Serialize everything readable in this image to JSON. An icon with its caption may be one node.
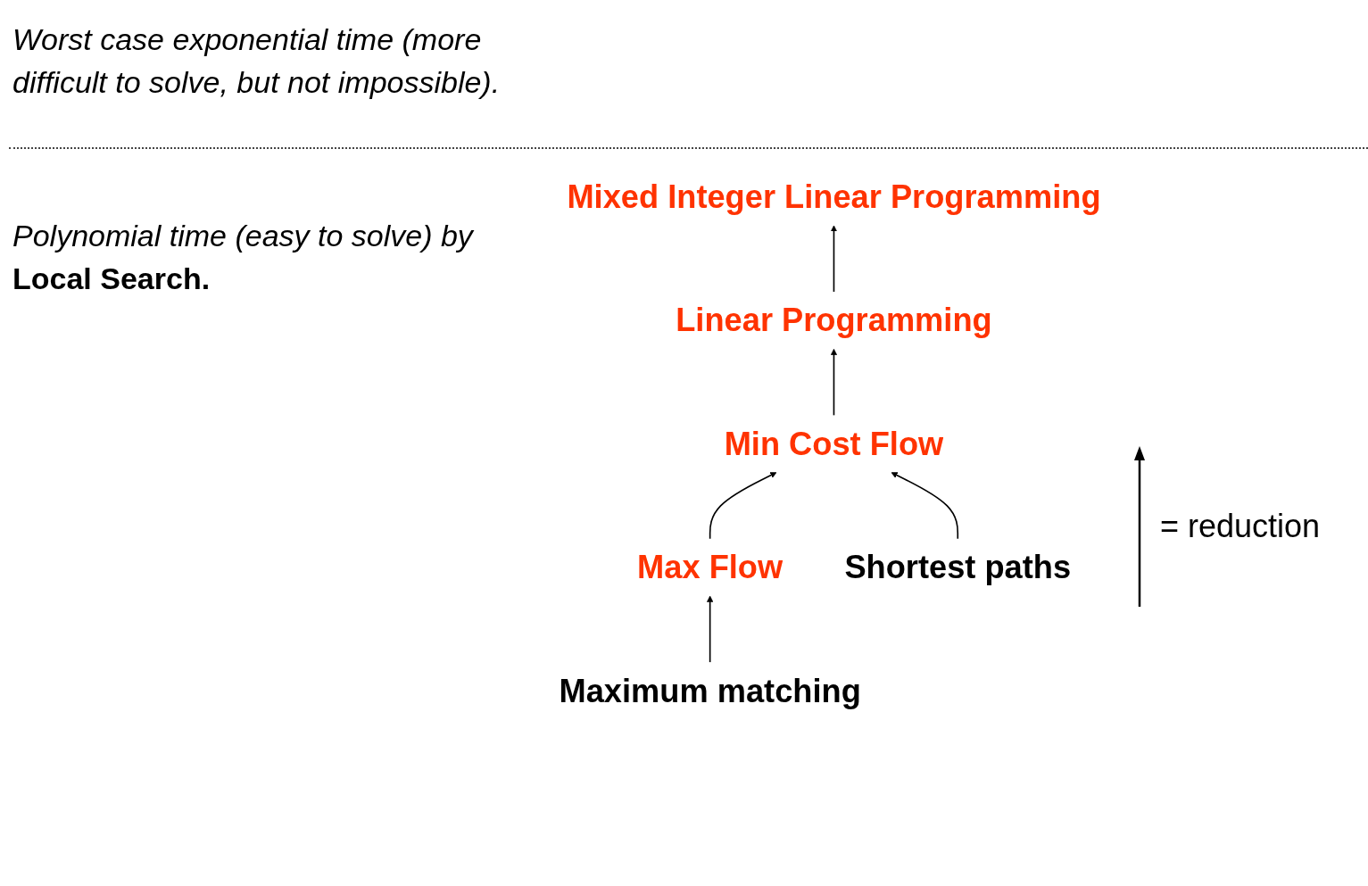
{
  "diagram": {
    "nodes": [
      {
        "text": [
          "Mixed Integer Linear Programming"
        ]
      },
      {
        "text": [
          "Linear Programming"
        ]
      },
      {
        "text": [
          "Min Cost Flow"
        ]
      },
      {
        "text": [
          "Max Flow"
        ]
      },
      {
        "text": [
          "Maximum matching"
        ]
      },
      {
        "text": [
          "Shortest paths"
        ]
      }
    ],
    "edges": [
      {
        "from": 1,
        "to": 0,
        "arrow": "to"
      },
      {
        "from": 2,
        "to": 1,
        "arrow": "to"
      },
      {
        "from": 3,
        "to": 2,
        "arrow": "to"
      },
      {
        "from": 5,
        "to": 2,
        "arrow": "to"
      },
      {
        "from": 4,
        "to": 3,
        "arrow": "to"
      }
    ],
    "labels": [
      "Worst case exponential time (more difficult to solve, but not impossible).",
      "Polynomial time (easy to solve) by **Local Search.**"
    ],
    "legend": [
      {
        "text": "= reduction"
      }
    ]
  }
}
